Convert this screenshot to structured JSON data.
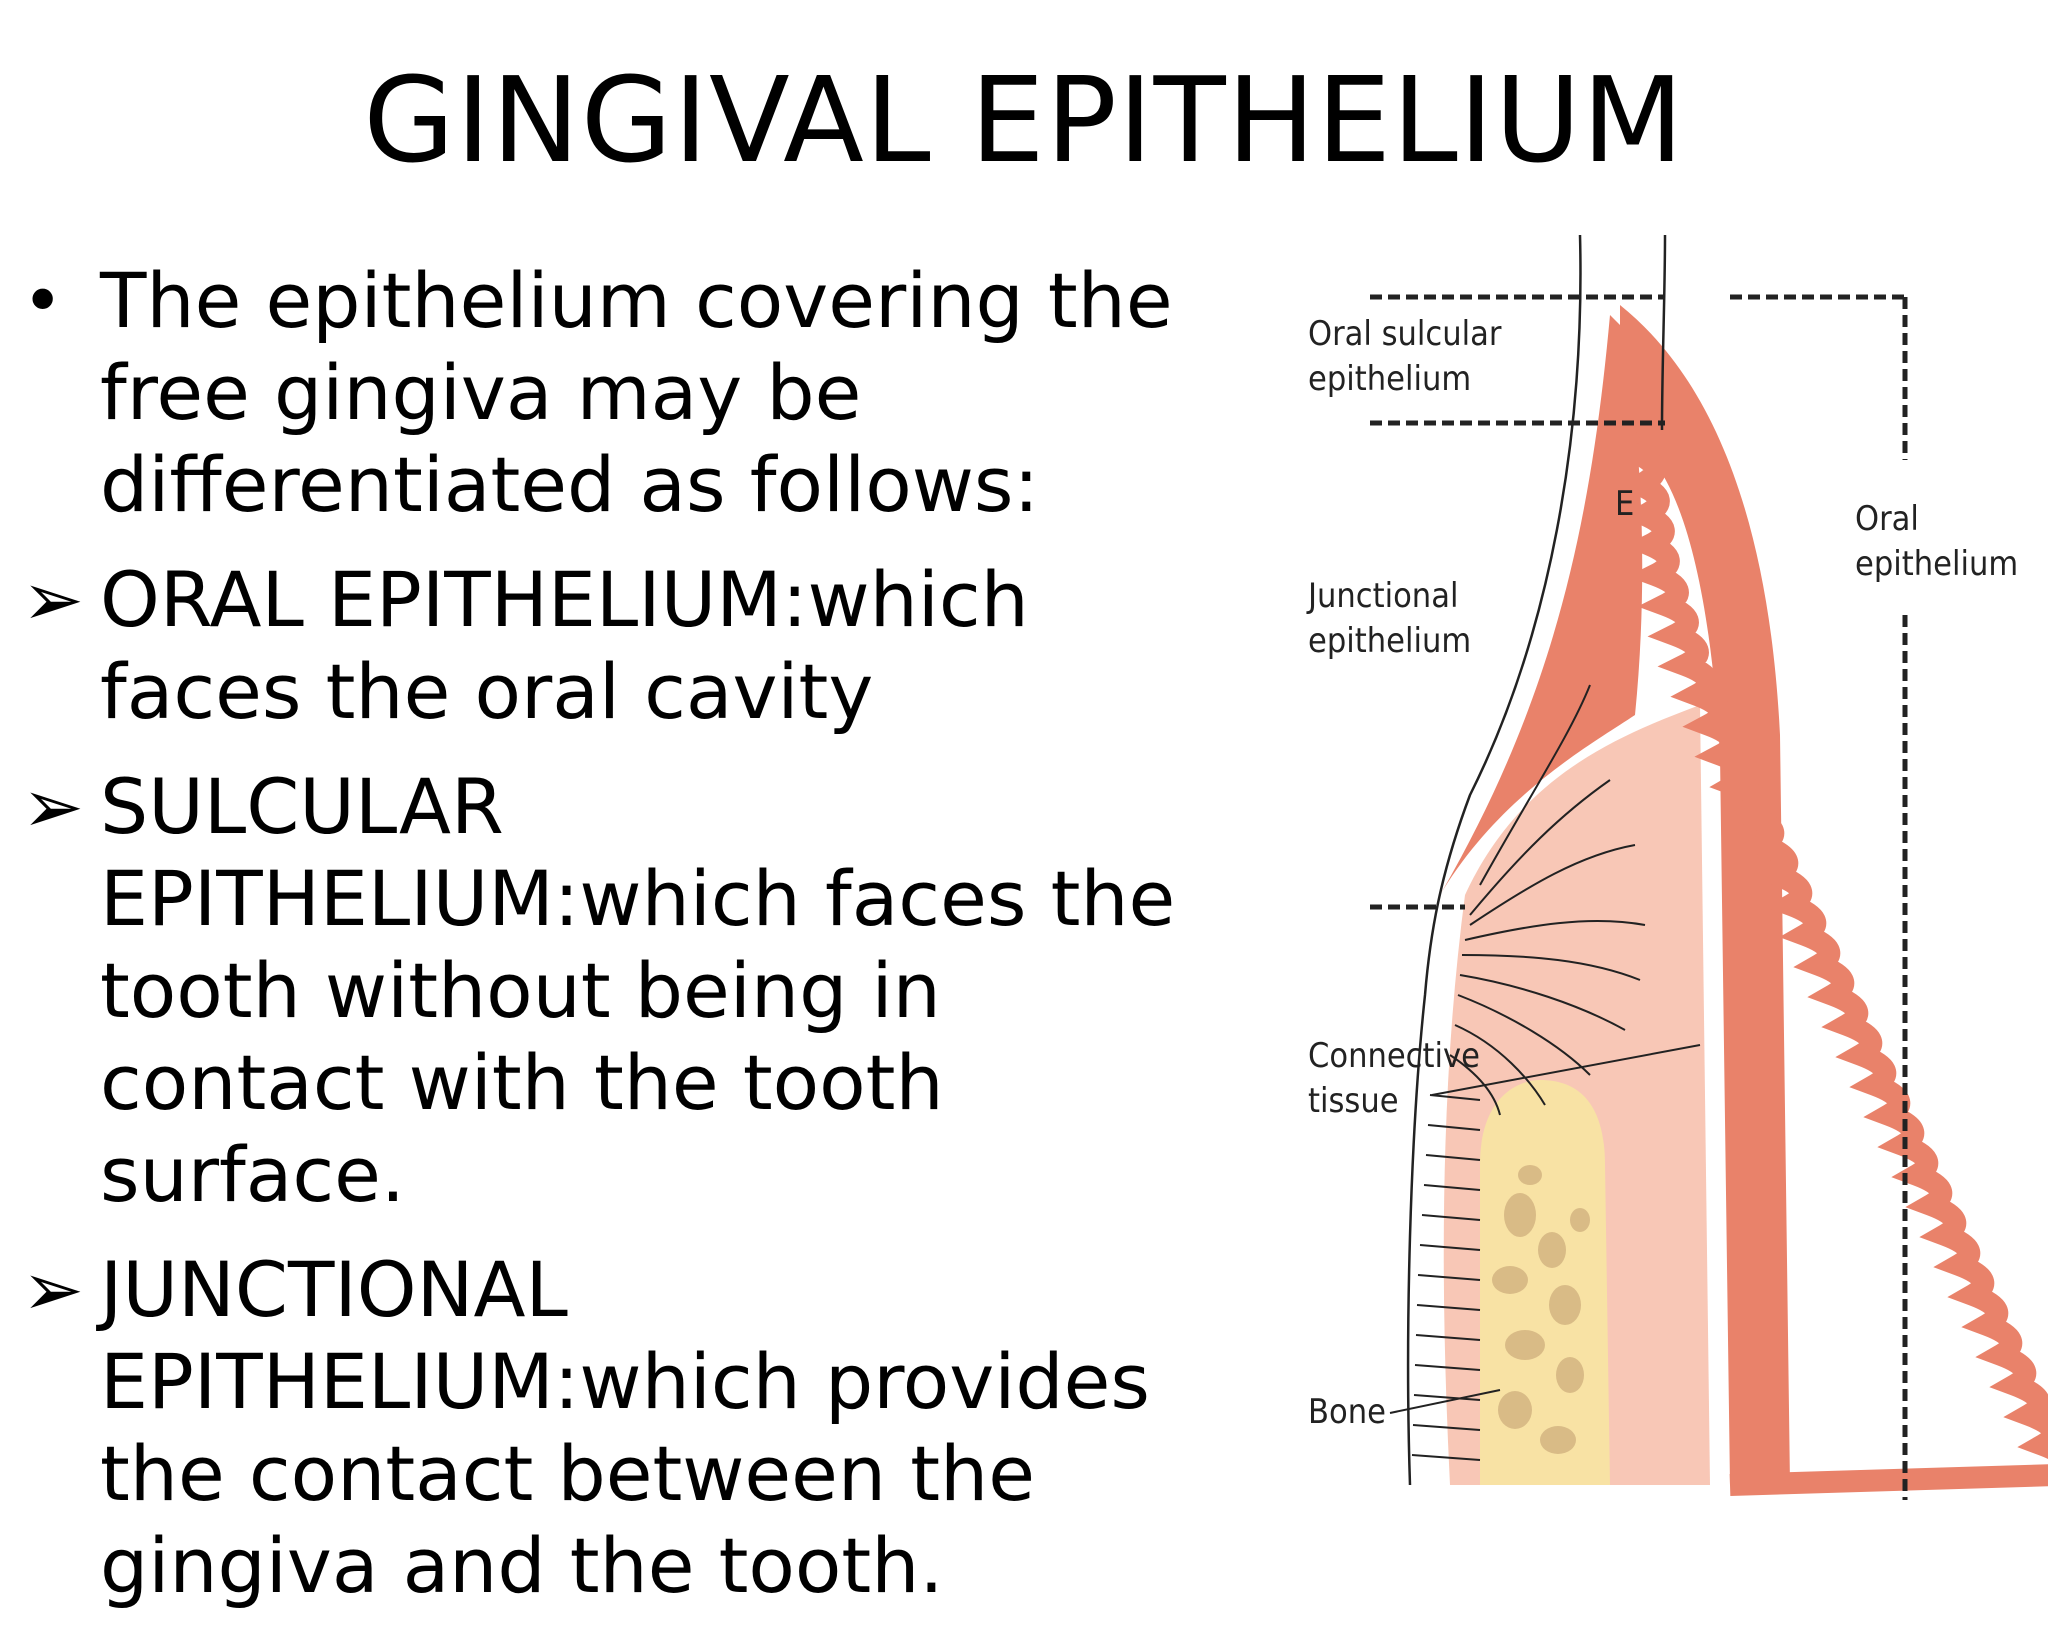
{
  "slide": {
    "title": "GINGIVAL EPITHELIUM",
    "bullets": [
      {
        "marker": "bullet-dot",
        "text": "The epithelium covering the free gingiva may be differentiated as follows:"
      },
      {
        "marker": "arrow",
        "text": "ORAL EPITHELIUM:which faces the oral cavity"
      },
      {
        "marker": "arrow",
        "text": "SULCULAR EPITHELIUM:which faces the tooth without being in contact with the tooth surface."
      },
      {
        "marker": "arrow",
        "text": "JUNCTIONAL EPITHELIUM:which provides the contact between the gingiva and the tooth."
      }
    ]
  },
  "figure": {
    "labels": {
      "oral_sulcular_1": "Oral sulcular",
      "oral_sulcular_2": "epithelium",
      "e": "E",
      "oral_epi_1": "Oral",
      "oral_epi_2": "epithelium",
      "junctional_1": "Junctional",
      "junctional_2": "epithelium",
      "connective_1": "Connective",
      "connective_2": "tissue",
      "bone": "Bone"
    },
    "colors": {
      "epithelium": "#e9826a",
      "connective_tissue": "#f8c7b6",
      "bone_bg": "#f8e2a4",
      "bone_spots": "#d9bb86"
    }
  }
}
